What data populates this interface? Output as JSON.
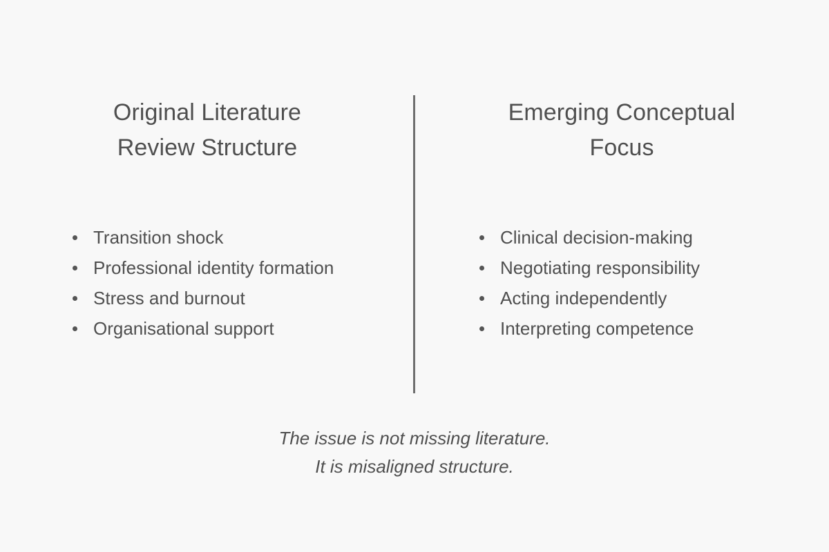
{
  "canvas": {
    "background_color": "#f8f8f8",
    "text_color": "#4f4f4f",
    "divider_color": "#6e6e6e",
    "bullet_color": "#555555"
  },
  "columns": [
    {
      "id": "original-literature-review-structure",
      "heading_line1": "Original Literature",
      "heading_line2": "Review Structure",
      "items": [
        "Transition shock",
        "Professional identity formation",
        "Stress and burnout",
        "Organisational support"
      ]
    },
    {
      "id": "emerging-conceptual-focus",
      "heading_line1": "Emerging Conceptual",
      "heading_line2": "Focus",
      "items": [
        "Clinical decision-making",
        "Negotiating responsibility",
        "Acting independently",
        "Interpreting competence"
      ]
    }
  ],
  "footer": {
    "line1": "The issue is not missing literature.",
    "line2": "It is misaligned structure."
  }
}
